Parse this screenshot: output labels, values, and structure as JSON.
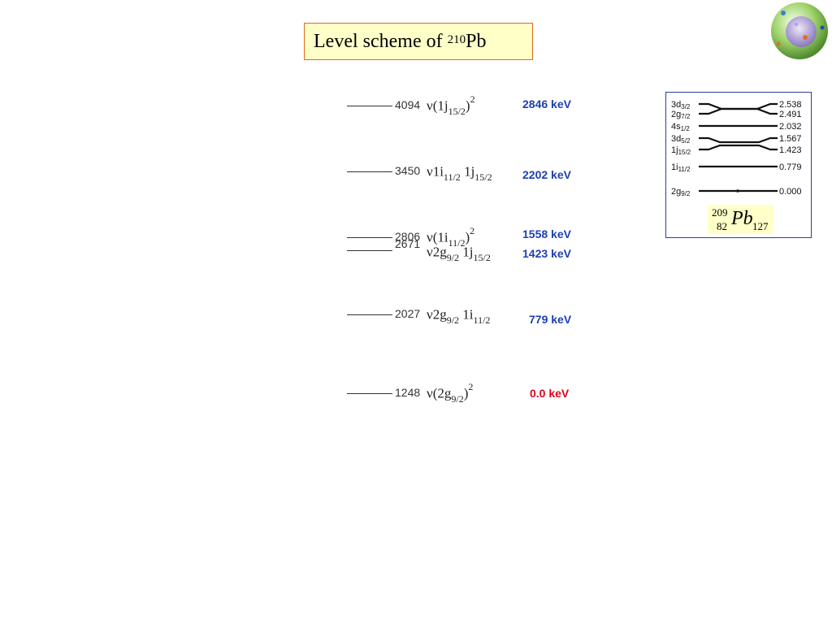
{
  "title": {
    "text": "Level scheme of ",
    "mass": "210",
    "element": "Pb"
  },
  "levels": [
    {
      "energy": "4094",
      "nu": "ν",
      "pre": "(1j",
      "sub1": "15/2",
      "mid": ")",
      "sup": "2",
      "post": "",
      "sub2": "",
      "kev": "2846 keV"
    },
    {
      "energy": "3450",
      "nu": "ν",
      "pre": "1i",
      "sub1": "11/2",
      "mid": " 1j",
      "sup": "",
      "post": "",
      "sub2": "15/2",
      "kev": "2202 keV"
    },
    {
      "energy": "2806",
      "nu": "ν",
      "pre": "(1i",
      "sub1": "11/2",
      "mid": ")",
      "sup": "2",
      "post": "",
      "sub2": "",
      "kev": "1558 keV"
    },
    {
      "energy": "2671",
      "nu": "ν",
      "pre": "2g",
      "sub1": "9/2",
      "mid": " 1j",
      "sup": "",
      "post": "",
      "sub2": "15/2",
      "kev": "1423 keV"
    },
    {
      "energy": "2027",
      "nu": "ν",
      "pre": "2g",
      "sub1": "9/2",
      "mid": " 1i",
      "sup": "",
      "post": "",
      "sub2": "11/2",
      "kev": "779 keV"
    },
    {
      "energy": "1248",
      "nu": "ν",
      "pre": "(2g",
      "sub1": "9/2",
      "mid": ")",
      "sup": "2",
      "post": "",
      "sub2": "",
      "kev": "0.0 keV"
    }
  ],
  "inset": {
    "orbitals": [
      {
        "main": "3d",
        "sub": "3/2",
        "value": "2.538"
      },
      {
        "main": "2g",
        "sub": "7/2",
        "value": "2.491"
      },
      {
        "main": "4s",
        "sub": "1/2",
        "value": "2.032"
      },
      {
        "main": "3d",
        "sub": "5/2",
        "value": "1.567"
      },
      {
        "main": "1j",
        "sub": "15/2",
        "value": "1.423"
      },
      {
        "main": "1i",
        "sub": "11/2",
        "value": "0.779"
      },
      {
        "main": "2g",
        "sub": "9/2",
        "value": "0.000"
      }
    ],
    "nucleus": {
      "mass": "209",
      "z": "82",
      "symbol": "Pb",
      "n": "127"
    }
  },
  "colors": {
    "kev_blue": "#1f3fb0",
    "kev_red": "#e3001b",
    "title_bg": "#ffffc8",
    "title_border": "#e06a1c",
    "inset_border": "#2b3f9a"
  },
  "logo_icon": "nucleus-sphere-icon"
}
